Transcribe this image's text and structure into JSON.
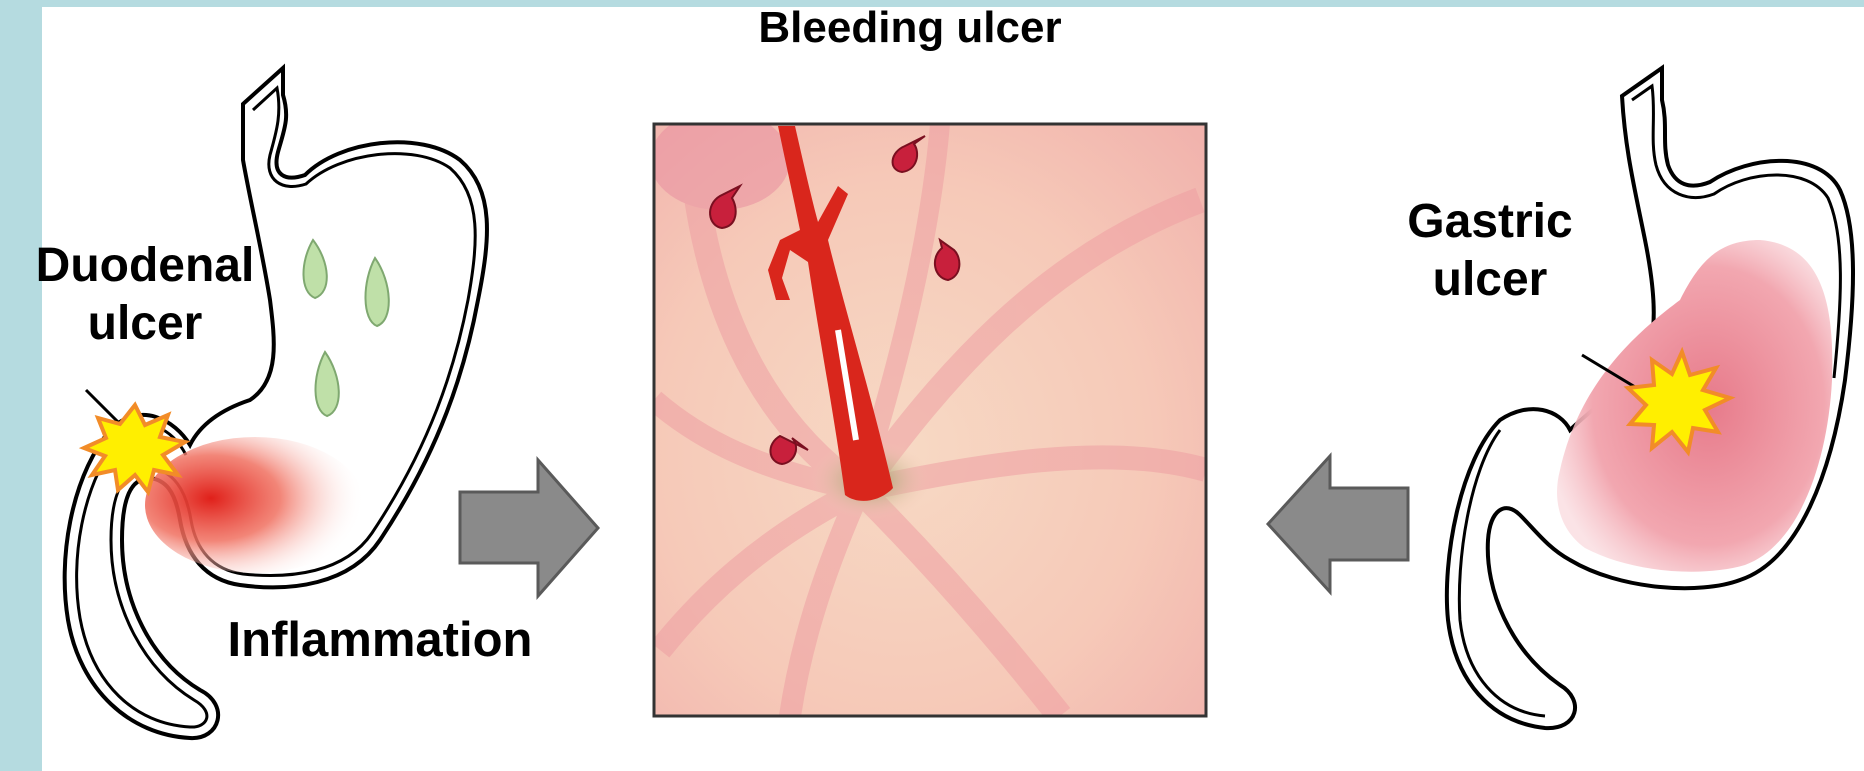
{
  "labels": {
    "title": "Bleeding ulcer",
    "duodenal_line1": "Duodenal",
    "duodenal_line2": "ulcer",
    "gastric_line1": "Gastric",
    "gastric_line2": "ulcer",
    "inflammation": "Inflammation"
  },
  "colors": {
    "frame_background": "#b5dbe0",
    "blood": "#d9261c",
    "ulcer_burst": "#ffef00",
    "burst_outline": "#f28c28",
    "arrow": "#8a8a8a",
    "acid_drop": "#bfe0a8"
  }
}
